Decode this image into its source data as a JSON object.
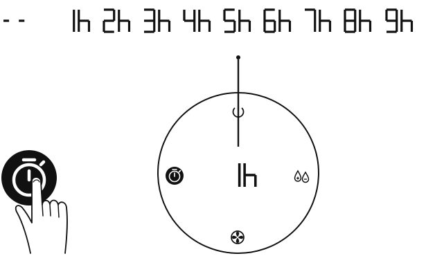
{
  "timer_options": [
    "- -",
    "1h",
    "2h",
    "3h",
    "4h",
    "5h",
    "6h",
    "7h",
    "8h",
    "9h"
  ],
  "display": {
    "value": "1h",
    "selected_option_index": 1
  },
  "control_panel": {
    "top_button": {
      "icon": "power-icon",
      "active": false
    },
    "left_button": {
      "icon": "timer-icon",
      "active": true
    },
    "right_button": {
      "icon": "humidity-drops-icon",
      "active": false
    },
    "bottom_button": {
      "icon": "fan-icon",
      "active": false
    }
  },
  "hand_gesture": {
    "action": "press",
    "target": "timer-icon"
  },
  "colors": {
    "ink": "#111111",
    "background": "#ffffff"
  }
}
